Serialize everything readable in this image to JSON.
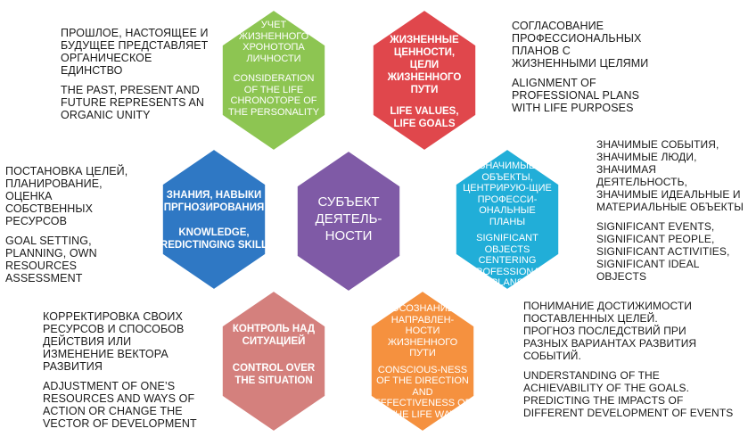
{
  "colors": {
    "green": "#8dc552",
    "red": "#e0474c",
    "blue": "#2f78c4",
    "purple": "#7f5aa6",
    "cyan": "#21aed8",
    "rose": "#d4807d",
    "orange": "#f5913f"
  },
  "hexagons": {
    "green": {
      "ru": "УЧЕТ\nЖИЗНЕННОГО\nХРОНОТОПА\nЛИЧНОСТИ",
      "en": "CONSIDERATION\nOF  THE LIFE\nCHRONOTOPE OF\nTHE PERSONALITY"
    },
    "red": {
      "ru": "ЖИЗНЕННЫЕ\nЦЕННОСТИ,\nЦЕЛИ\nЖИЗНЕННОГО\nПУТИ",
      "en": "LIFE VALUES,\nLIFE GOALS"
    },
    "blue": {
      "ru": "ЗНАНИЯ, НАВЫКИ\nПРГНОЗИРОВАНИЯ",
      "en": "KNOWLEDGE,\nPREDICTINGING SKILLS"
    },
    "center": {
      "text": "СУБЪЕКТ\nДЕЯТЕЛЬ-\nНОСТИ"
    },
    "cyan": {
      "ru": "ЗНАЧИМЫЕ\nОБЪЕКТЫ,\nЦЕНТРИРУЮ-ЩИЕ\nПРОФЕССИ-\nОНАЛЬНЫЕ\nПЛАНЫ",
      "en": "SIGNIFICANT\nOBJECTS\nCENTERING\nPROFESSIONAL\nPLANS"
    },
    "rose": {
      "ru": "КОНТРОЛЬ НАД\nСИТУАЦИЕЙ",
      "en": "CONTROL OVER\nTHE SITUATION"
    },
    "orange": {
      "ru": "ОСОЗНАНИЕ\nНАПРАВЛЕН-\nНОСТИ\nЖИЗНЕННОГО\nПУТИ",
      "en": "CONSCIOUS-NESS\nOF THE DIRECTION\nAND\nEFFECTIVENESS OF\nTHE LIFE WAY"
    }
  },
  "notes": {
    "top_left": {
      "ru": "ПРОШЛОЕ, НАСТОЯЩЕЕ И\nБУДУЩЕЕ ПРЕДСТАВЛЯЕТ\nОРГАНИЧЕСКОЕ\nЕДИНСТВО",
      "en": "THE PAST, PRESENT AND\nFUTURE REPRESENTS AN\nORGANIC UNITY"
    },
    "top_right": {
      "ru": "СОГЛАСОВАНИЕ\nПРОФЕССИОНАЛЬНЫХ\nПЛАНОВ С\nЖИЗНЕННЫМИ ЦЕЛЯМИ",
      "en": "ALIGNMENT OF\nPROFESSIONAL PLANS\nWITH LIFE PURPOSES"
    },
    "mid_left": {
      "ru": "ПОСТАНОВКА ЦЕЛЕЙ,\nПЛАНИРОВАНИЕ,\nОЦЕНКА\nСОБСТВЕННЫХ\nРЕСУРСОВ",
      "en": "GOAL SETTING,\nPLANNING, OWN\nRESOURCES\nASSESSMENT"
    },
    "mid_right": {
      "ru": "ЗНАЧИМЫЕ СОБЫТИЯ,\nЗНАЧИМЫЕ ЛЮДИ,\nЗНАЧИМАЯ ДЕЯТЕЛЬНОСТЬ,\nЗНАЧИМЫЕ ИДЕАЛЬНЫЕ И\nМАТЕРИАЛЬНЫЕ ОБЪЕКТЫ",
      "en": "SIGNIFICANT EVENTS,\nSIGNIFICANT PEOPLE,\nSIGNIFICANT ACTIVITIES,\nSIGNIFICANT IDEAL OBJECTS"
    },
    "bottom_left": {
      "ru": "КОРРЕКТИРОВКА СВОИХ\nРЕСУРСОВ И СПОСОБОВ\nДЕЙСТВИЯ ИЛИ\nИЗМЕНЕНИЕ ВЕКТОРА\nРАЗВИТИЯ",
      "en": " ADJUSTMENT OF ONE’S\nRESOURCES AND WAYS OF\nACTION OR CHANGE THE\nVECTOR OF DEVELOPMENT"
    },
    "bottom_right": {
      "ru": "ПОНИМАНИЕ ДОСТИЖИМОСТИ\nПОСТАВЛЕННЫХ ЦЕЛЕЙ.\nПРОГНОЗ ПОСЛЕДСТВИЙ ПРИ\nРАЗНЫХ ВАРИАНТАХ РАЗВИТИЯ\nСОБЫТИЙ.",
      "en": "UNDERSTANDING OF THE\nACHIEVABILITY OF THE GOALS.\nPREDICTING THE IMPACTS OF\nDIFFERENT DEVELOPMENT OF EVENTS"
    }
  }
}
